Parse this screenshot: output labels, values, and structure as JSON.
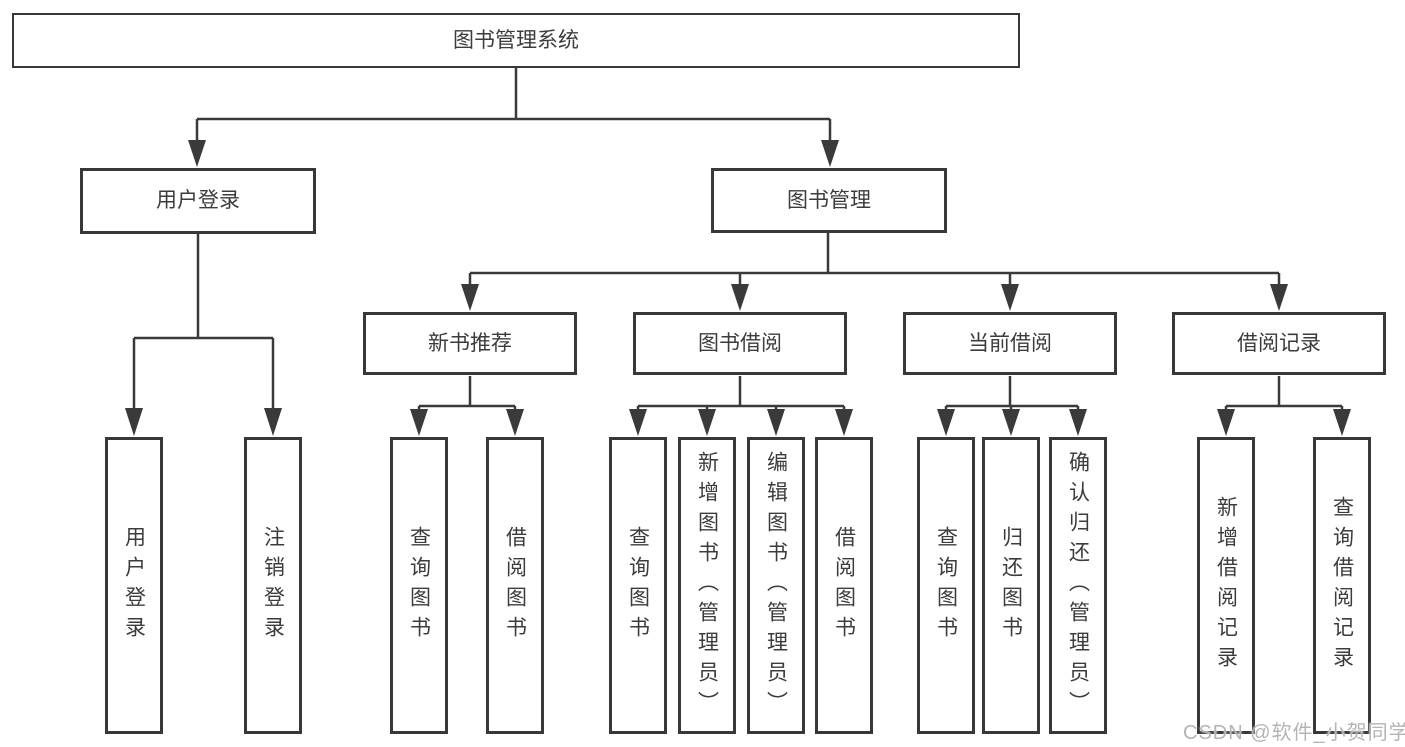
{
  "colors": {
    "line": "#3a3a3a",
    "box_border": "#383838",
    "text": "#3c3c3c",
    "watermark": "#b4b4b4",
    "background": "#ffffff"
  },
  "watermark": {
    "text": "CSDN @软件_小贺同学"
  },
  "tree": {
    "root": {
      "label": "图书管理系统"
    },
    "children": [
      {
        "label": "用户登录",
        "children": [
          {
            "label": "用户登录"
          },
          {
            "label": "注销登录"
          }
        ]
      },
      {
        "label": "图书管理",
        "children": [
          {
            "label": "新书推荐",
            "children": [
              {
                "label": "查询图书"
              },
              {
                "label": "借阅图书"
              }
            ]
          },
          {
            "label": "图书借阅",
            "children": [
              {
                "label": "查询图书"
              },
              {
                "label": "新增图书（管理员）"
              },
              {
                "label": "编辑图书（管理员）"
              },
              {
                "label": "借阅图书"
              }
            ]
          },
          {
            "label": "当前借阅",
            "children": [
              {
                "label": "查询图书"
              },
              {
                "label": "归还图书"
              },
              {
                "label": "确认归还（管理员）"
              }
            ]
          },
          {
            "label": "借阅记录",
            "children": [
              {
                "label": "新增借阅记录"
              },
              {
                "label": "查询借阅记录"
              }
            ]
          }
        ]
      }
    ]
  }
}
